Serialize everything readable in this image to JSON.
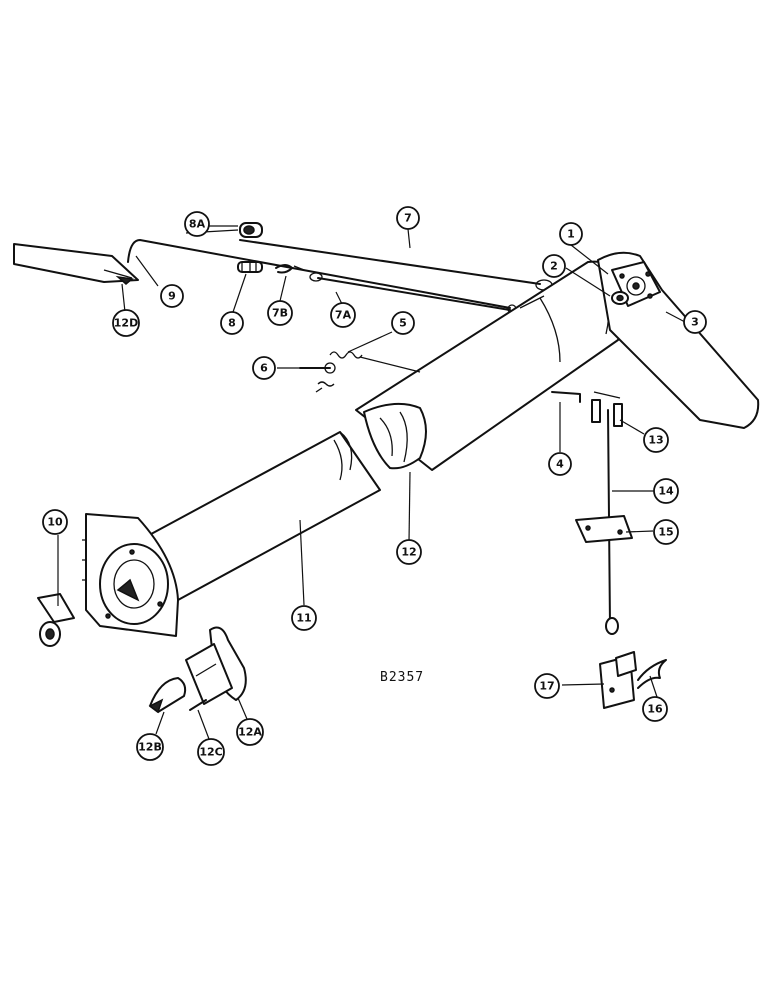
{
  "drawing": {
    "code": "B2357"
  },
  "callouts": [
    {
      "id": "c1",
      "label": "1"
    },
    {
      "id": "c2",
      "label": "2"
    },
    {
      "id": "c3",
      "label": "3"
    },
    {
      "id": "c4",
      "label": "4"
    },
    {
      "id": "c5",
      "label": "5"
    },
    {
      "id": "c6",
      "label": "6"
    },
    {
      "id": "c7",
      "label": "7"
    },
    {
      "id": "c7a",
      "label": "7A"
    },
    {
      "id": "c7b",
      "label": "7B"
    },
    {
      "id": "c8",
      "label": "8"
    },
    {
      "id": "c8a",
      "label": "8A"
    },
    {
      "id": "c9",
      "label": "9"
    },
    {
      "id": "c10",
      "label": "10"
    },
    {
      "id": "c11",
      "label": "11"
    },
    {
      "id": "c12",
      "label": "12"
    },
    {
      "id": "c12a",
      "label": "12A"
    },
    {
      "id": "c12b",
      "label": "12B"
    },
    {
      "id": "c12c",
      "label": "12C"
    },
    {
      "id": "c12d",
      "label": "12D"
    },
    {
      "id": "c13",
      "label": "13"
    },
    {
      "id": "c14",
      "label": "14"
    },
    {
      "id": "c15",
      "label": "15"
    },
    {
      "id": "c16",
      "label": "16"
    },
    {
      "id": "c17",
      "label": "17"
    }
  ]
}
